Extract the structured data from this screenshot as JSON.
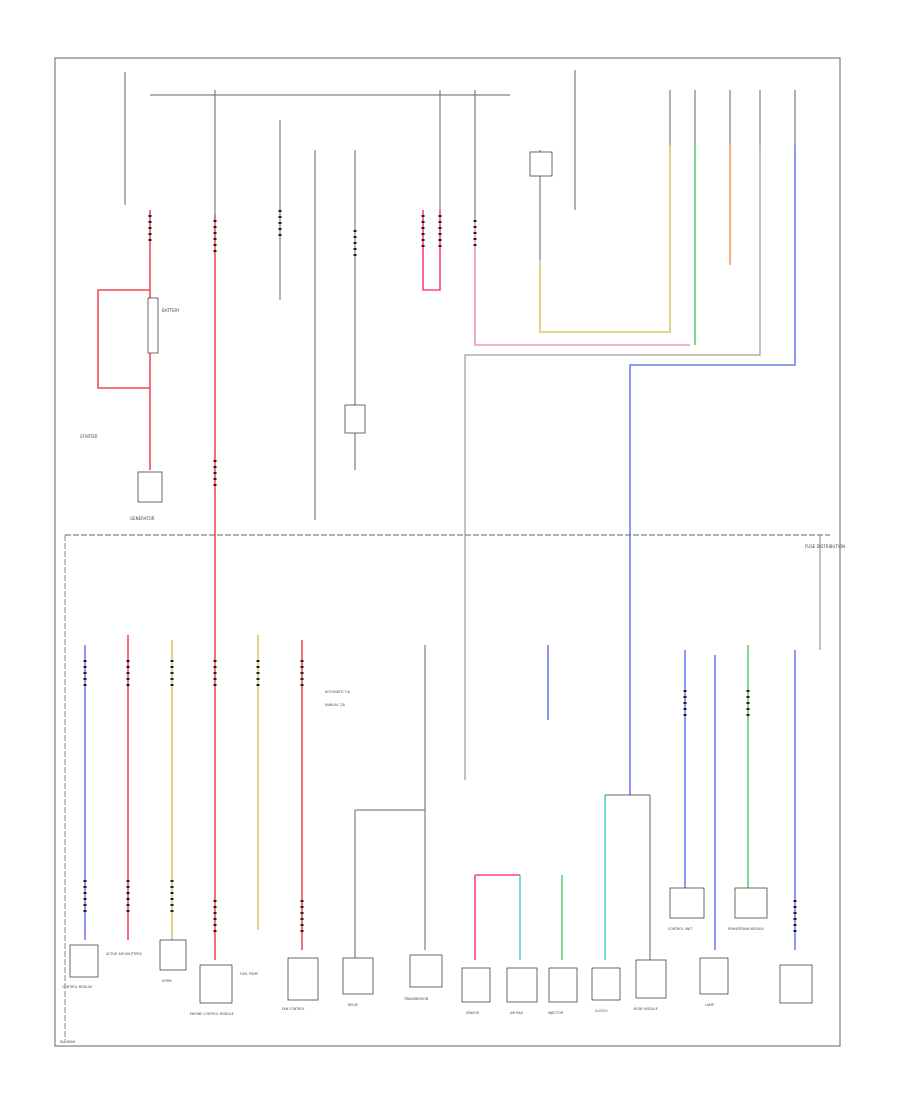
{
  "labels": {
    "battery": "BATTERY",
    "starter": "STARTER",
    "generator": "GENERATOR",
    "distribution": "FUSE DISTRIBUTION",
    "bottom_left": "DIAGRAM"
  },
  "legend": [
    "AUTOMATIC T/A",
    "MANUAL T/A"
  ],
  "components": [
    "CONTROL MODULE",
    "ACTIVE AIR SHUTTERS",
    "HORN",
    "ENGINE CONTROL MODULE",
    "FAN CONTROL",
    "RELAY",
    "FUEL PUMP",
    "TRANSMISSION",
    "SENSOR",
    "AIR BAG",
    "INJECTOR",
    "CLUTCH",
    "BODY MODULE",
    "LAMP",
    "CONTROL UNIT",
    "POWERTRAIN MODULE"
  ],
  "colors": {
    "red": "#f04a57",
    "pink": "#ff3d93",
    "blue": "#6f7ef2",
    "yellow": "#d7c86a",
    "green": "#5fcf6e",
    "orange": "#f59d68",
    "teal": "#55d1d1"
  }
}
